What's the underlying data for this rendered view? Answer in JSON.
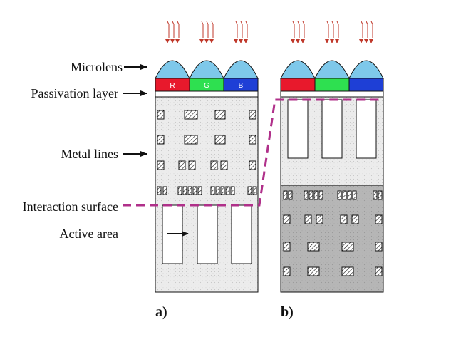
{
  "labels": {
    "microlens": "Microlens",
    "passivation": "Passivation layer",
    "metal": "Metal lines",
    "interaction": "Interaction surface",
    "active": "Active area"
  },
  "filters": {
    "r": "R",
    "g": "G",
    "b": "B"
  },
  "panels": {
    "a": "a)",
    "b": "b)"
  },
  "colors": {
    "lens": "#7ec8ea",
    "red": "#e8192c",
    "green": "#2ee050",
    "blue": "#1e3fd6",
    "dashed": "#b0308a",
    "substrate": "#e2e2e2",
    "substrate_dark": "#b4b4b4",
    "light_arrow": "#c0392b"
  },
  "icons": [
    "light-ray-icon",
    "arrow-right-icon",
    "metal-line-icon"
  ]
}
